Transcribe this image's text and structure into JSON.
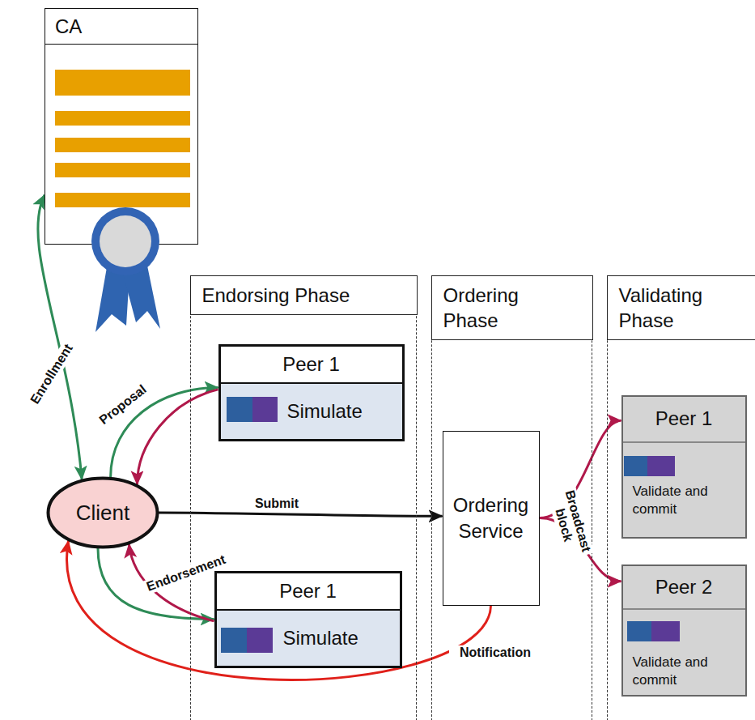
{
  "diagram": {
    "nodes": [
      {
        "text": [
          "CA"
        ]
      },
      {
        "text": [
          "Client"
        ]
      },
      {
        "text": [
          "Endorsing Phase"
        ]
      },
      {
        "text": [
          "Peer 1",
          "Simulate"
        ],
        "in": 2
      },
      {
        "text": [
          "Peer 1",
          "Simulate"
        ],
        "in": 2
      },
      {
        "text": [
          "Ordering Phase"
        ]
      },
      {
        "text": [
          "Ordering Service"
        ],
        "in": 5
      },
      {
        "text": [
          "Validating Phase"
        ]
      },
      {
        "text": [
          "Peer 1",
          "Validate and commit"
        ],
        "in": 7
      },
      {
        "text": [
          "Peer 2",
          "Validate and commit"
        ],
        "in": 7
      }
    ],
    "edges": [
      {
        "from": 0,
        "to": 1,
        "label": "Enrollment",
        "arrow": "both"
      },
      {
        "from": 1,
        "to": 3,
        "label": "Proposal",
        "arrow": "to"
      },
      {
        "from": 3,
        "to": 1,
        "arrow": "to"
      },
      {
        "from": 1,
        "to": 4,
        "arrow": "to"
      },
      {
        "from": 4,
        "to": 1,
        "label": "Endorsement",
        "arrow": "to"
      },
      {
        "from": 1,
        "to": 6,
        "label": "Submit",
        "arrow": "to"
      },
      {
        "from": 6,
        "to": 8,
        "label": "Broadcast block",
        "arrow": "to"
      },
      {
        "from": 6,
        "to": 9,
        "arrow": "to"
      },
      {
        "from": 6,
        "to": 1,
        "label": "Notification",
        "arrow": "to"
      }
    ]
  }
}
